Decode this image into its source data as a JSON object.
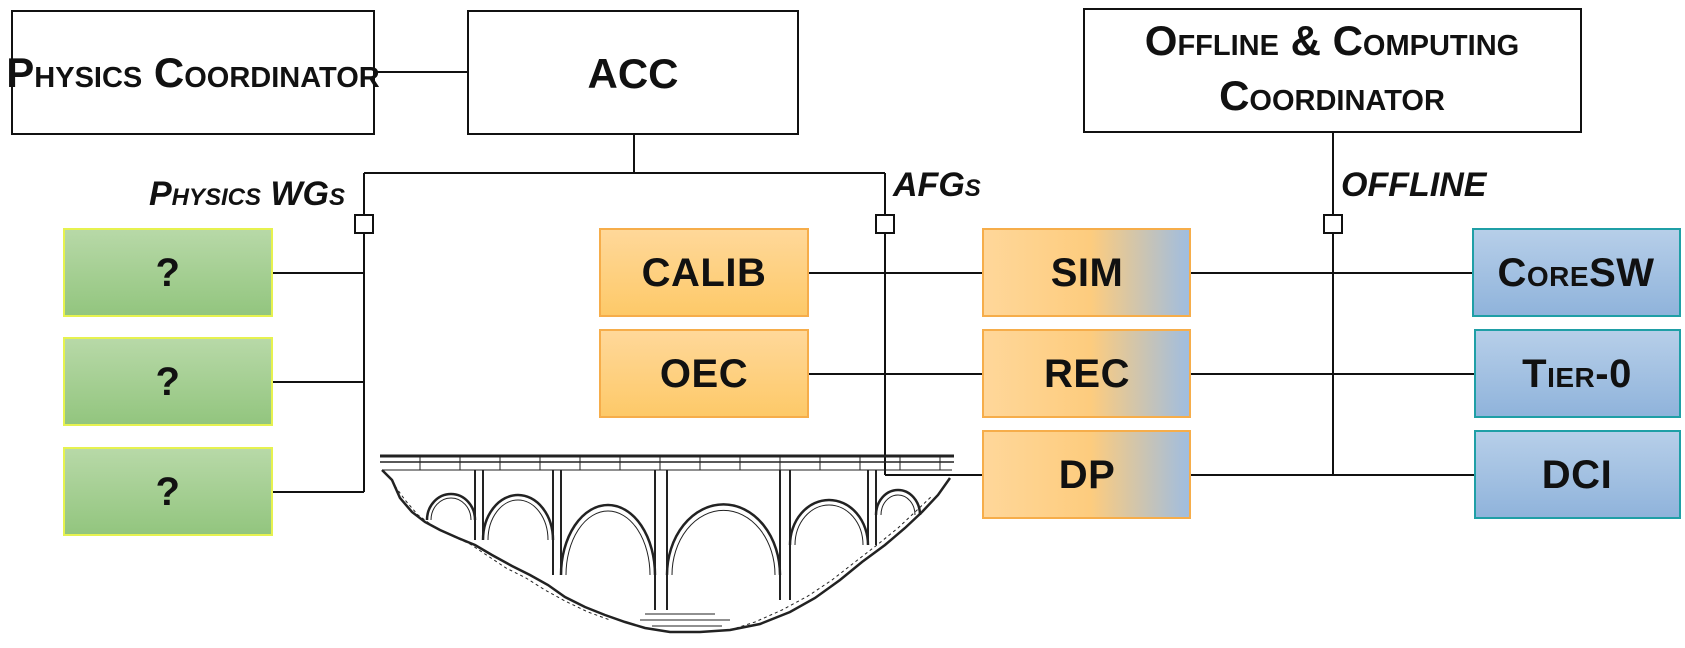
{
  "org": {
    "physics_coordinator": "Physics Coordinator",
    "acc": "ACC",
    "offline_coordinator_line1": "Offline & Computing",
    "offline_coordinator_line2": "Coordinator"
  },
  "tags": {
    "physics_wgs": "Physics WGs",
    "afgs": "AFGs",
    "offline": "OFFLINE"
  },
  "physics_groups": [
    "?",
    "?",
    "?"
  ],
  "afg_groups": [
    "CALIB",
    "OEC"
  ],
  "shared_groups": [
    "SIM",
    "REC",
    "DP"
  ],
  "offline_groups": [
    "CoreSW",
    "Tier-0",
    "DCI"
  ],
  "colors": {
    "green_top": "#b8d9a8",
    "green_bottom": "#92c57e",
    "green_border": "#e6f24f",
    "orange_top": "#ffd89a",
    "orange_bottom": "#fdc968",
    "orange_border": "#f6ad4a",
    "blue_top": "#b7cfe9",
    "blue_bottom": "#8fb3db",
    "blue_border": "#1f9fa6",
    "line": "#111111"
  }
}
